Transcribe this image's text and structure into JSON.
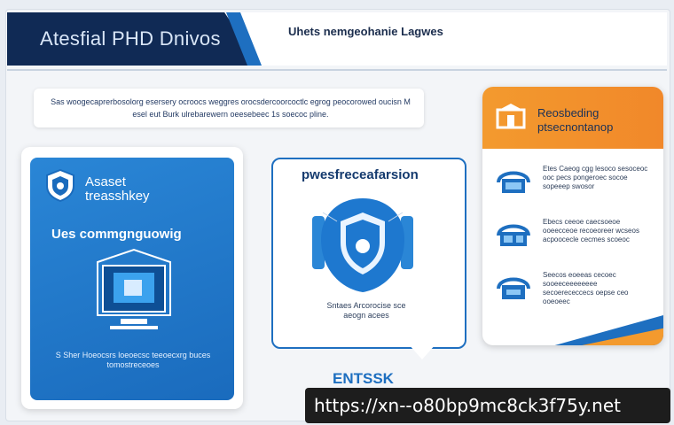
{
  "header": {
    "title": "Atesfial PHD Dnivos",
    "subtitle": "Uhets nemgeohanie Lagwes"
  },
  "banner": {
    "text": "Sas woogecaprerbosolorg esersery ocroocs weggres orocsdercoorcoctlc egrog peocorowed oucisn M esel eut Burk ulrebarewern oeesebeec 1s soecoc pline."
  },
  "blue_card": {
    "title": "Asaset treasshkey",
    "subtitle": "Ues commgnguowig",
    "footer": "S Sher Hoeocsrs loeoecsc teeoecxrg buces tomostreceoes"
  },
  "middle_card": {
    "title": "pwesfreceafarsion",
    "caption": "Sntaes Arcorocise sce aeogn acees",
    "bottom_label": "ENTSSK"
  },
  "right_card": {
    "title": "Reosbeding ptsecnontanop",
    "items": [
      {
        "text": "Etes Caeog cgg lesoco sesoceoc ooc pecs pongeroec socoe sopeeep swosor"
      },
      {
        "text": "Ebecs ceeoe caecsoeoe ooeecceoe recoeoreer wcseos acpoocecle cecmes scoeoc"
      },
      {
        "text": "Seecos eoeeas cecoec sooeeceeeeeeee secoerececcecs oepse ceo ooeoeec"
      }
    ]
  },
  "url": "https://xn--o80bp9mc8ck3f75y.net",
  "colors": {
    "navy": "#102a55",
    "blue": "#1e6fc0",
    "orange": "#f39a2e"
  }
}
